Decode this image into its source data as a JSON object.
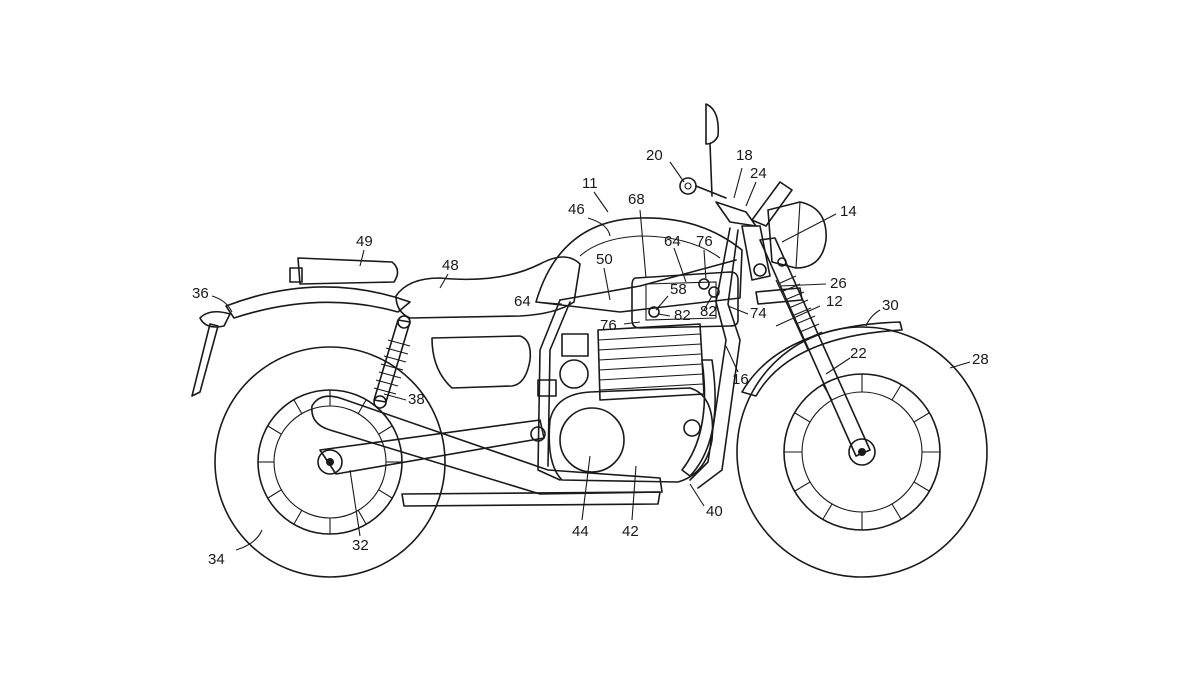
{
  "diagram": {
    "labels": [
      "11",
      "12",
      "14",
      "16",
      "18",
      "20",
      "22",
      "24",
      "26",
      "28",
      "30",
      "32",
      "34",
      "36",
      "38",
      "40",
      "42",
      "44",
      "46",
      "48",
      "49",
      "50",
      "58",
      "64",
      "64",
      "68",
      "74",
      "76",
      "76",
      "82",
      "82"
    ]
  }
}
